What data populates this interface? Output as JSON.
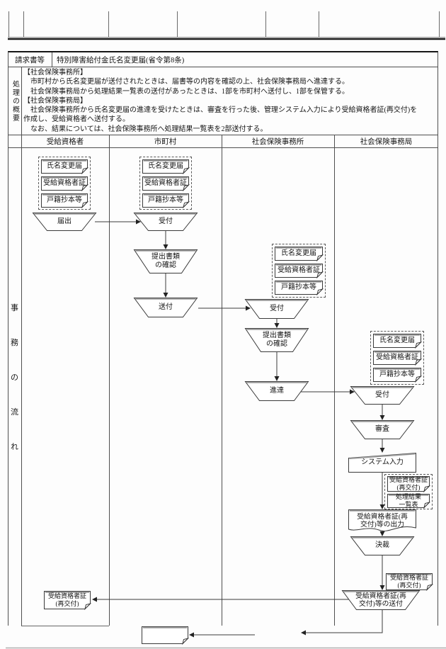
{
  "request_row": {
    "label": "請求書等",
    "value": "特別障害給付金氏名変更届(省令第8条)"
  },
  "summary": {
    "side_label": "処理の概要",
    "text": "【社会保険事務所】\n　市町村から氏名変更届が送付されたときは、届書等の内容を確認の上、社会保険事務局へ進達する。\n　社会保険事務局から処理結果一覧表の送付があったときは、1部を市町村へ送付し、1部を保管する。\n【社会保険事務局】\n　社会保険事務所から氏名変更届の進達を受けたときは、審査を行った後、管理システム入力により受給資格者証(再交付)を\n作成し、受給資格者へ送付する。\n　なお、結果については、社会保険事務所へ処理結果一覧表を2部送付する。"
  },
  "flow": {
    "side_chars": [
      "事",
      "務",
      "の",
      "流",
      "れ"
    ],
    "column_headers": [
      "受給資格者",
      "市町村",
      "社会保険事務所",
      "社会保険事務局"
    ],
    "beneficiary": {
      "docs": [
        "氏名変更届",
        "受給資格者証",
        "戸籍抄本等"
      ],
      "submit": "届出",
      "reissued_cert": "受給資格者証\n(再交付)"
    },
    "municipality": {
      "docs": [
        "氏名変更届",
        "受給資格者証",
        "戸籍抄本等"
      ],
      "accept": "受付",
      "check": "提出書類\nの確認",
      "send": "送付"
    },
    "office": {
      "docs": [
        "氏名変更届",
        "受給資格者証",
        "戸籍抄本等"
      ],
      "accept": "受付",
      "check": "提出書類\nの確認",
      "forward": "進達"
    },
    "bureau": {
      "docs": [
        "氏名変更届",
        "受給資格者証",
        "戸籍抄本等"
      ],
      "accept": "受付",
      "review": "審査",
      "system_input": "システム入力",
      "reissue_doc": "受給資格者証\n(再交付)",
      "result_doc": "処理結果\n一覧表",
      "output": "受給資格者証(再\n交付)等の出力",
      "approval": "決裁",
      "cert_doc": "受給資格者証\n(再交付)",
      "send": "受給資格者証(再\n交付)等の送付"
    }
  },
  "colors": {
    "line": "#3a3a3a",
    "shape_shadow": "#9a9a9a",
    "text": "#141414"
  }
}
